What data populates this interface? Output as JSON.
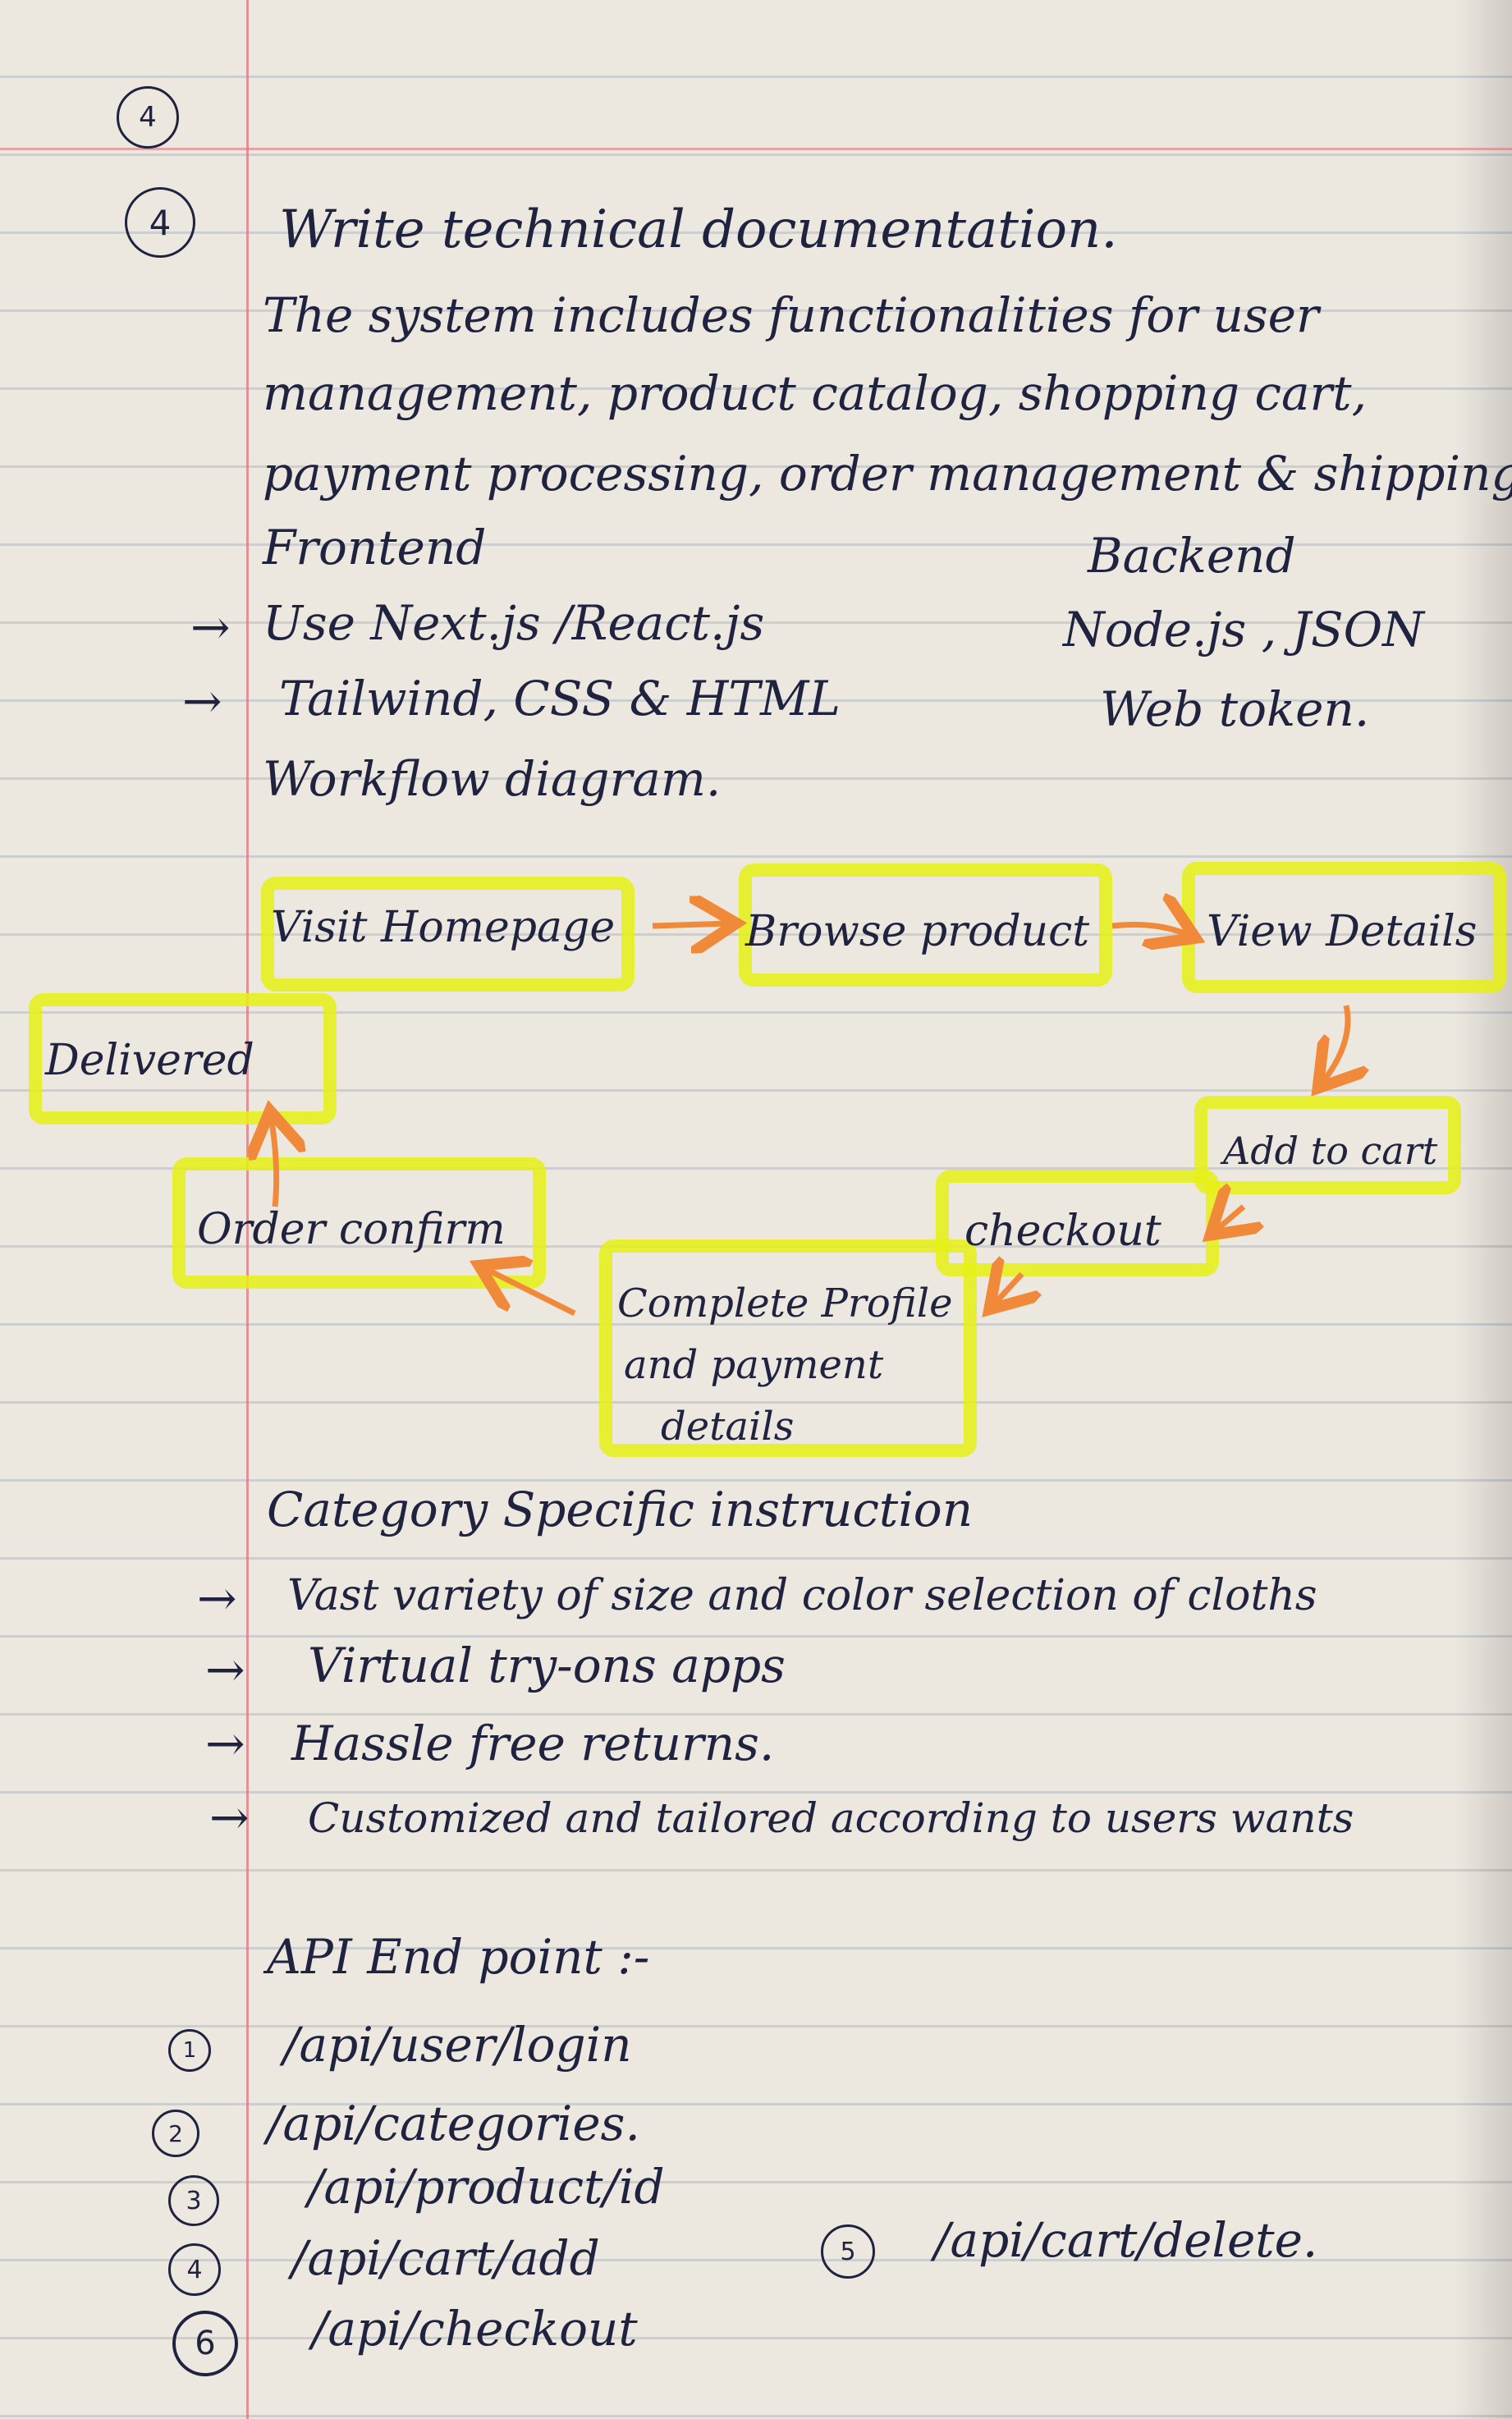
{
  "page": {
    "top_number": "4",
    "question_number": "4",
    "heading": "Write technical documentation."
  },
  "intro": {
    "line1": "The system includes functionalities for user",
    "line2": "management, product catalog, shopping cart,",
    "line3": "payment processing, order management & shipping"
  },
  "stack": {
    "frontend_title": "Frontend",
    "backend_title": "Backend",
    "frontend_items": [
      "Use Next.js /React.js",
      "Tailwind, CSS & HTML"
    ],
    "backend_items": [
      "Node.js , JSON",
      "Web token."
    ]
  },
  "workflow": {
    "title": "Workflow diagram.",
    "steps": {
      "visit_homepage": "Visit Homepage",
      "browse_product": "Browse product",
      "view_details": "View Details",
      "add_to_cart": "Add to cart",
      "checkout": "checkout",
      "complete_profile": "Complete Profile",
      "complete_profile_2": "and payment",
      "complete_profile_3": "details",
      "order_confirm": "Order confirm",
      "delivered": "Delivered"
    }
  },
  "category": {
    "title": "Category Specific instruction",
    "items": [
      "Vast variety of size and color selection of cloths",
      "Virtual try-ons apps",
      "Hassle free returns.",
      "Customized and tailored according to users wants"
    ]
  },
  "api": {
    "title": "API End point :-",
    "endpoints": [
      {
        "num": "1",
        "path": "/api/user/login"
      },
      {
        "num": "2",
        "path": "/api/categories."
      },
      {
        "num": "3",
        "path": "/api/product/id"
      },
      {
        "num": "4",
        "path": "/api/cart/add"
      },
      {
        "num": "5",
        "path": "/api/cart/delete."
      },
      {
        "num": "6",
        "path": "/api/checkout"
      }
    ]
  },
  "colors": {
    "ink": "#1f2340",
    "highlighter": "#e6f014",
    "arrow": "#f08a3a",
    "margin": "#dc6e78",
    "rule": "#788caa"
  }
}
